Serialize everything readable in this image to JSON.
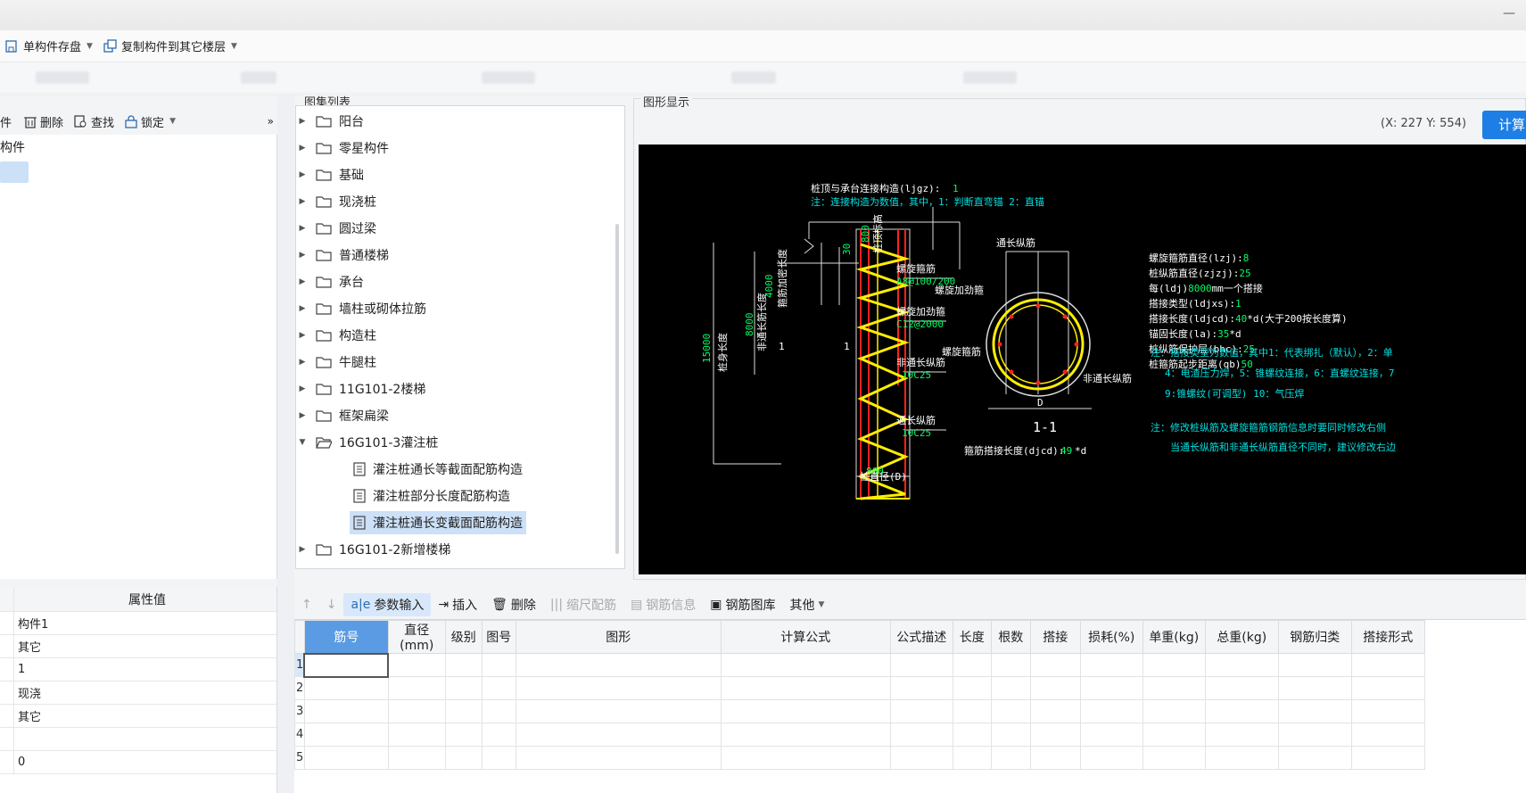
{
  "window": {
    "minimize": "—"
  },
  "toolbar1": {
    "save_single": "单构件存盘",
    "copy_to_floor": "复制构件到其它楼层"
  },
  "left": {
    "toolbar": {
      "partial": "件",
      "delete": "删除",
      "find": "查找",
      "lock": "锁定",
      "expand": "»"
    },
    "tree_root": "构件",
    "prop_header": "属性值",
    "props": [
      "构件1",
      "其它",
      "1",
      "现浇",
      "其它",
      "",
      "0"
    ]
  },
  "atlas": {
    "title": "图集列表",
    "folders": [
      "阳台",
      "零星构件",
      "基础",
      "现浇桩",
      "圆过梁",
      "普通楼梯",
      "承台",
      "墙柱或砌体拉筋",
      "构造柱",
      "牛腿柱",
      "11G101-2楼梯",
      "框架扁梁"
    ],
    "open_folder": "16G101-3灌注桩",
    "children": [
      "灌注桩通长等截面配筋构造",
      "灌注桩部分长度配筋构造",
      "灌注桩通长变截面配筋构造"
    ],
    "last_folder": "16G101-2新增楼梯"
  },
  "graphic": {
    "title": "图形显示",
    "coord": "(X: 227 Y: 554)",
    "calc_button": "计算",
    "drawing": {
      "top_label": "桩顶与承台连接构造(ljgz):",
      "top_value": "1",
      "note1": "注：连接构造为数值，其中，1：判断直弯锚      2：直锚",
      "dim_800_top": "800",
      "dim_pile_top": "桩顶标高",
      "dim_30": "30",
      "dim_4000": "4000",
      "dim_8000": "8000",
      "dim_15000": "15000",
      "dense_label": "箍筋加密长度",
      "nonthrough_len": "非通长筋长度",
      "pile_len": "桩身长度",
      "spiral_label": "螺旋箍筋",
      "spiral_value": "A8@100/200",
      "stiff_label": "螺旋加劲箍",
      "stiff_value": "C12@2000",
      "nonthrough_label": "非通长纵筋",
      "nonthrough_value": "10C25",
      "through_label": "通长纵筋",
      "through_value": "10C25",
      "mark_1": "1",
      "dim_800_bot": "800",
      "pile_dia": "桩直径(D)",
      "sec_through": "通长纵筋",
      "sec_stiff": "螺旋加劲箍",
      "sec_spiral": "螺旋箍筋",
      "sec_nonthrough": "非通长纵筋",
      "sec_D": "D",
      "sec_title": "1-1",
      "stirrup_lap": "箍筋搭接长度(djcd):",
      "stirrup_lap_val": "49",
      "stirrup_lap_unit": "*d",
      "params": [
        {
          "k": "螺旋箍筋直径(lzj):",
          "v": "8",
          "u": ""
        },
        {
          "k": "桩纵筋直径(zjzj):",
          "v": "25",
          "u": ""
        },
        {
          "k": "每(ldj)",
          "v": "8000",
          "u": "mm一个搭接"
        },
        {
          "k": "搭接类型(ldjxs):",
          "v": "1",
          "u": ""
        },
        {
          "k": "搭接长度(ldjcd):",
          "v": "40",
          "u": "*d(大于200按长度算)"
        },
        {
          "k": "锚固长度(la):",
          "v": "35",
          "u": "*d"
        },
        {
          "k": "桩纵筋保护层(bhc):",
          "v": "25",
          "u": ""
        },
        {
          "k": "桩箍筋起步距离(qb)",
          "v": "50",
          "u": ""
        }
      ],
      "note2": [
        "注：搭接类型为数值，其中1：代表绑扎（默认），2：单",
        "4：电渣压力焊，5：锥螺纹连接，6：直螺纹连接，7",
        "9:锥螺纹(可调型) 10：气压焊"
      ],
      "note3": [
        "注：修改桩纵筋及螺旋箍筋钢筋信息时要同时修改右侧",
        "当通长纵筋和非通长纵筋直径不同时，建议修改右边"
      ]
    }
  },
  "bottom": {
    "toolbar": {
      "param_input": "参数输入",
      "insert": "插入",
      "delete": "删除",
      "scale": "缩尺配筋",
      "rebar_info": "钢筋信息",
      "rebar_lib": "钢筋图库",
      "other": "其他"
    },
    "columns": [
      "筋号",
      "直径(mm)",
      "级别",
      "图号",
      "图形",
      "计算公式",
      "公式描述",
      "长度",
      "根数",
      "搭接",
      "损耗(%)",
      "单重(kg)",
      "总重(kg)",
      "钢筋归类",
      "搭接形式"
    ],
    "rows": [
      "1",
      "2",
      "3",
      "4",
      "5"
    ]
  },
  "colors": {
    "accent": "#1d7fe5",
    "canvas_bg": "#000000",
    "rebar_red": "#ff2020",
    "rebar_yellow": "#ffee00",
    "label_green": "#00ff66",
    "note_cyan": "#00e0e0"
  }
}
